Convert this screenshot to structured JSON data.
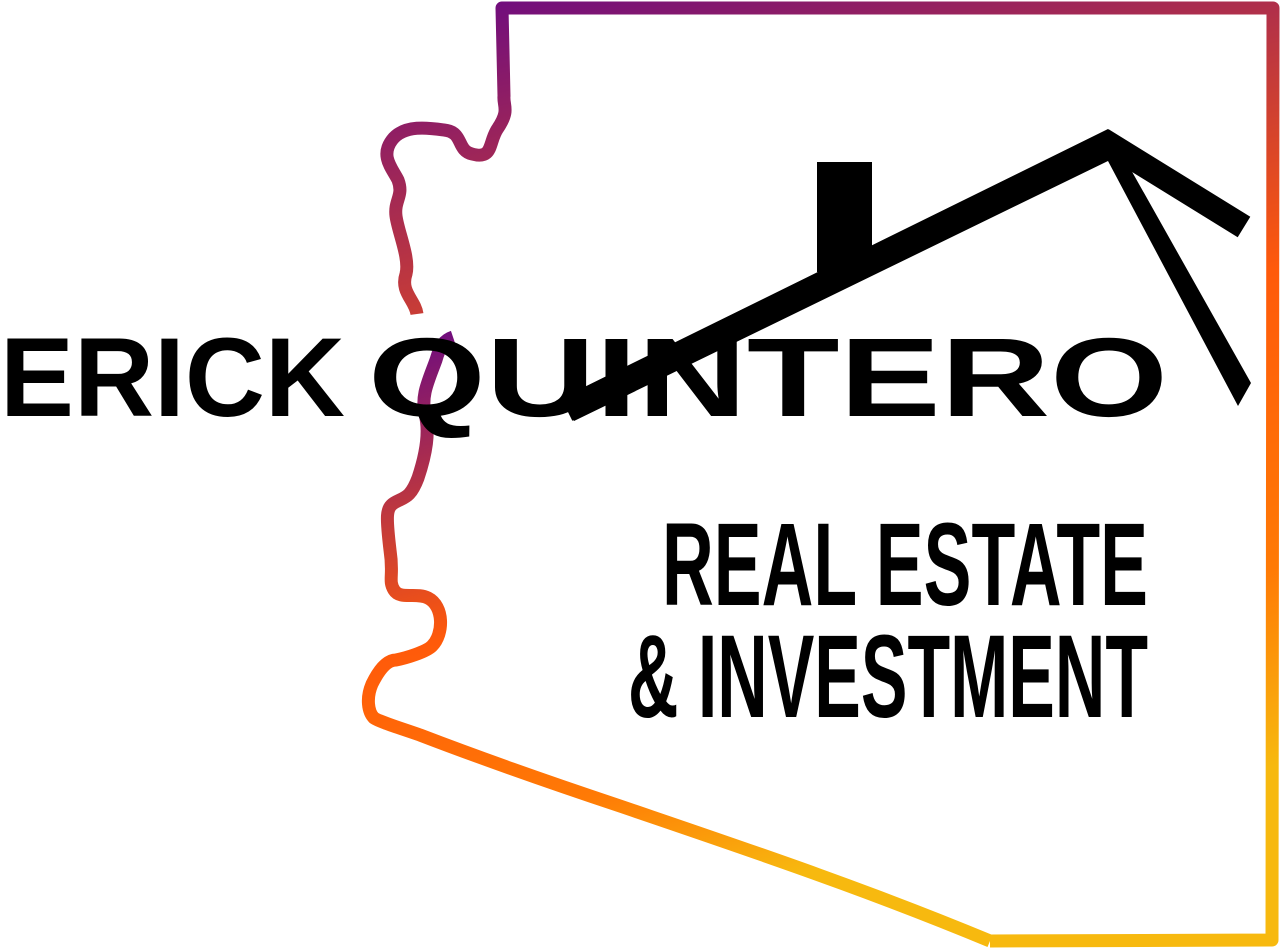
{
  "logo": {
    "name_first": "ERICK",
    "name_last": "QUINTERO",
    "line1": "REAL ESTATE",
    "line2": "& INVESTMENT",
    "colors": {
      "gradient_top": "#6a0a82",
      "gradient_mid": "#ff5a0a",
      "gradient_bottom": "#f7b90f",
      "text": "#000000"
    }
  }
}
